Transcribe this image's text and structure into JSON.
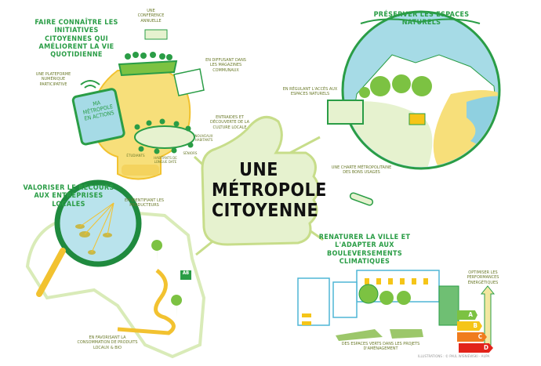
{
  "center_title": [
    "UNE",
    "MÉTROPOLE",
    "CITOYENNE"
  ],
  "sections": {
    "initiatives": {
      "title": "FAIRE CONNAÎTRE LES INITIATIVES CITOYENNES QUI AMÉLIORENT LA VIE QUOTIDIENNE",
      "labels": {
        "conference": "UNE CONFÉRENCE ANNUELLE",
        "platform": "UNE PLATEFORME NUMÉRIQUE PARTICIPATIVE",
        "magazines": "EN DIFFUSANT DANS LES MAGAZINES COMMUNAUX",
        "culture": "ENTRAIDES ET DÉCOUVERTE DE LA CULTURE LOCALE",
        "tablet": "MA MÉTROPOLE EN ACTIONS",
        "new_residents": "NOUVEAUX HABITANTS",
        "seniors": "SÉNIORS",
        "students": "ÉTUDIANTS",
        "long_residents": "HABITANTS DE LONGUE DATE"
      }
    },
    "nature": {
      "title": "PRÉSERVER LES ESPACES NATURELS",
      "labels": {
        "access": "EN RÉGULANT L'ACCÈS AUX ESPACES NATURELS",
        "charter": "UNE CHARTE MÉTROPOLITAINE DES BONS USAGES"
      }
    },
    "local": {
      "title": "VALORISER LE RECOURS AUX ENTREPRISES LOCALES",
      "labels": {
        "producers": "EN IDENTIFIANT LES PRODUCTEURS",
        "consumption": "EN FAVORISANT LA CONSOMMATION DE PRODUITS LOCAUX & BIO",
        "organic": "AB"
      }
    },
    "city": {
      "title": "RENATURER LA VILLE ET L'ADAPTER AUX BOULEVERSEMENTS CLIMATIQUES",
      "labels": {
        "energy": "OPTIMISER LES PERFORMANCES ÉNERGÉTIQUES",
        "green_spaces": "DES ESPACES VERTS DANS LES PROJETS D'AMÉNAGEMENT"
      },
      "energy_grades": [
        {
          "label": "A",
          "color": "#7cc242"
        },
        {
          "label": "B",
          "color": "#f5c518"
        },
        {
          "label": "C",
          "color": "#f07c1e"
        },
        {
          "label": "D",
          "color": "#e2231a"
        }
      ]
    }
  },
  "credit": "ILLUSTRATIONS : © PAUL WISNIEWSKI - AUPA",
  "colors": {
    "green": "#2a9d46",
    "light_green": "#e6f2cf",
    "yellow": "#f7df7a",
    "sky": "#a6dbe6"
  }
}
